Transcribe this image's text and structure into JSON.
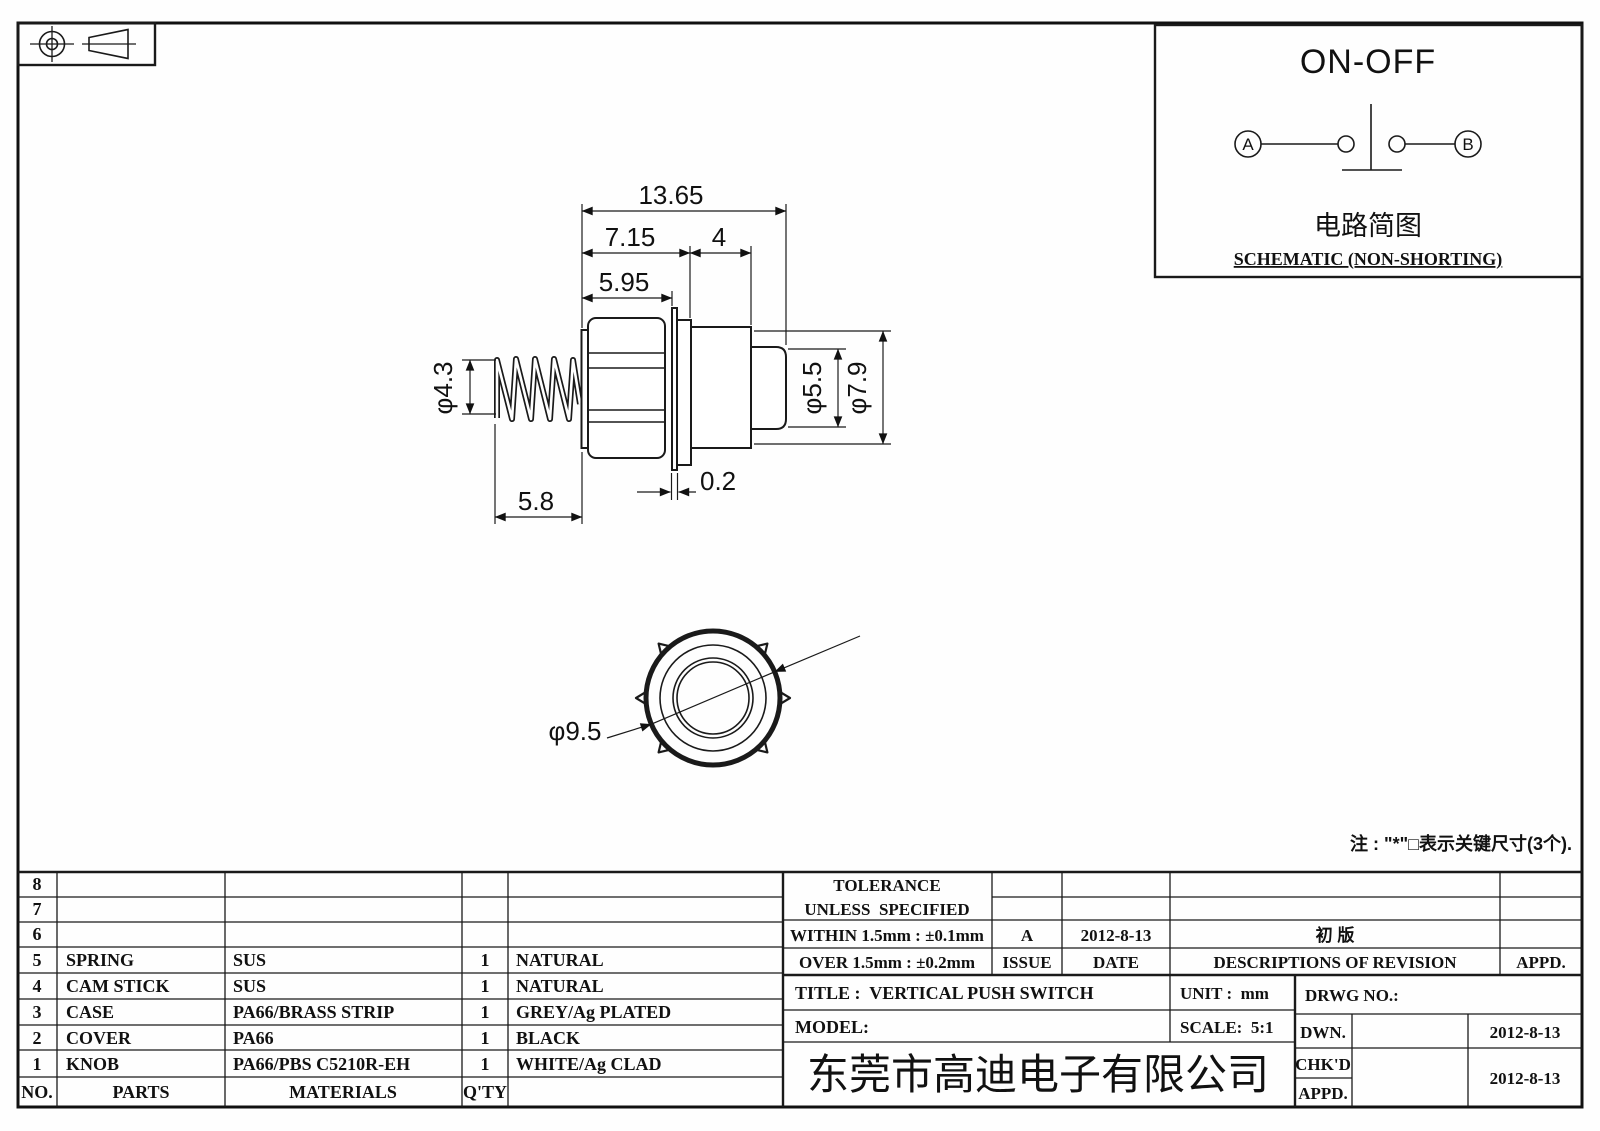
{
  "drawing": {
    "note": "注 : \"*\"□表示关键尺寸(3个).",
    "dims": {
      "overall_length": "13.65",
      "front_length": "7.15",
      "barrel_length": "4",
      "thread_length": "5.95",
      "spring_length": "5.8",
      "terminal_thickness": "0.2",
      "spring_dia": "φ4.3",
      "knob_dia": "φ5.5",
      "barrel_dia": "φ7.9",
      "face_dia": "φ9.5"
    }
  },
  "schematic": {
    "title": "ON-OFF",
    "terminal_a": "A",
    "terminal_b": "B",
    "caption_cn": "电路简图",
    "caption_en": "SCHEMATIC (NON-SHORTING)"
  },
  "parts_table": {
    "headers": {
      "no": "NO.",
      "parts": "PARTS",
      "materials": "MATERIALS",
      "qty": "Q'TY"
    },
    "rows": [
      {
        "no": "8",
        "part": "",
        "material": "",
        "qty": "",
        "finish": ""
      },
      {
        "no": "7",
        "part": "",
        "material": "",
        "qty": "",
        "finish": ""
      },
      {
        "no": "6",
        "part": "",
        "material": "",
        "qty": "",
        "finish": ""
      },
      {
        "no": "5",
        "part": "SPRING",
        "material": "SUS",
        "qty": "1",
        "finish": "NATURAL"
      },
      {
        "no": "4",
        "part": "CAM STICK",
        "material": "SUS",
        "qty": "1",
        "finish": "NATURAL"
      },
      {
        "no": "3",
        "part": "CASE",
        "material": "PA66/BRASS STRIP",
        "qty": "1",
        "finish": "GREY/Ag PLATED"
      },
      {
        "no": "2",
        "part": "COVER",
        "material": "PA66",
        "qty": "1",
        "finish": "BLACK"
      },
      {
        "no": "1",
        "part": "KNOB",
        "material": "PA66/PBS C5210R-EH",
        "qty": "1",
        "finish": "WHITE/Ag CLAD"
      }
    ]
  },
  "tolerance_block": {
    "title_line1": "TOLERANCE",
    "title_line2": "UNLESS  SPECIFIED",
    "within": "WITHIN 1.5mm : ±0.1mm",
    "over": "OVER 1.5mm : ±0.2mm",
    "issue_value": "A",
    "issue_label": "ISSUE",
    "date_value": "2012-8-13",
    "date_label": "DATE",
    "revision_value": "初 版",
    "revision_label": "DESCRIPTIONS OF REVISION",
    "appd_label": "APPD."
  },
  "title_block": {
    "title": "TITLE :  VERTICAL PUSH SWITCH",
    "unit": "UNIT :  mm",
    "drwg_no": "DRWG NO.:",
    "model": "MODEL:",
    "scale": "SCALE:  5:1",
    "dwn_label": "DWN.",
    "chkd_label": "CHK'D",
    "appd_label": "APPD.",
    "dwn_date": "2012-8-13",
    "chkd_date": "2012-8-13",
    "company": "东莞市高迪电子有限公司"
  }
}
